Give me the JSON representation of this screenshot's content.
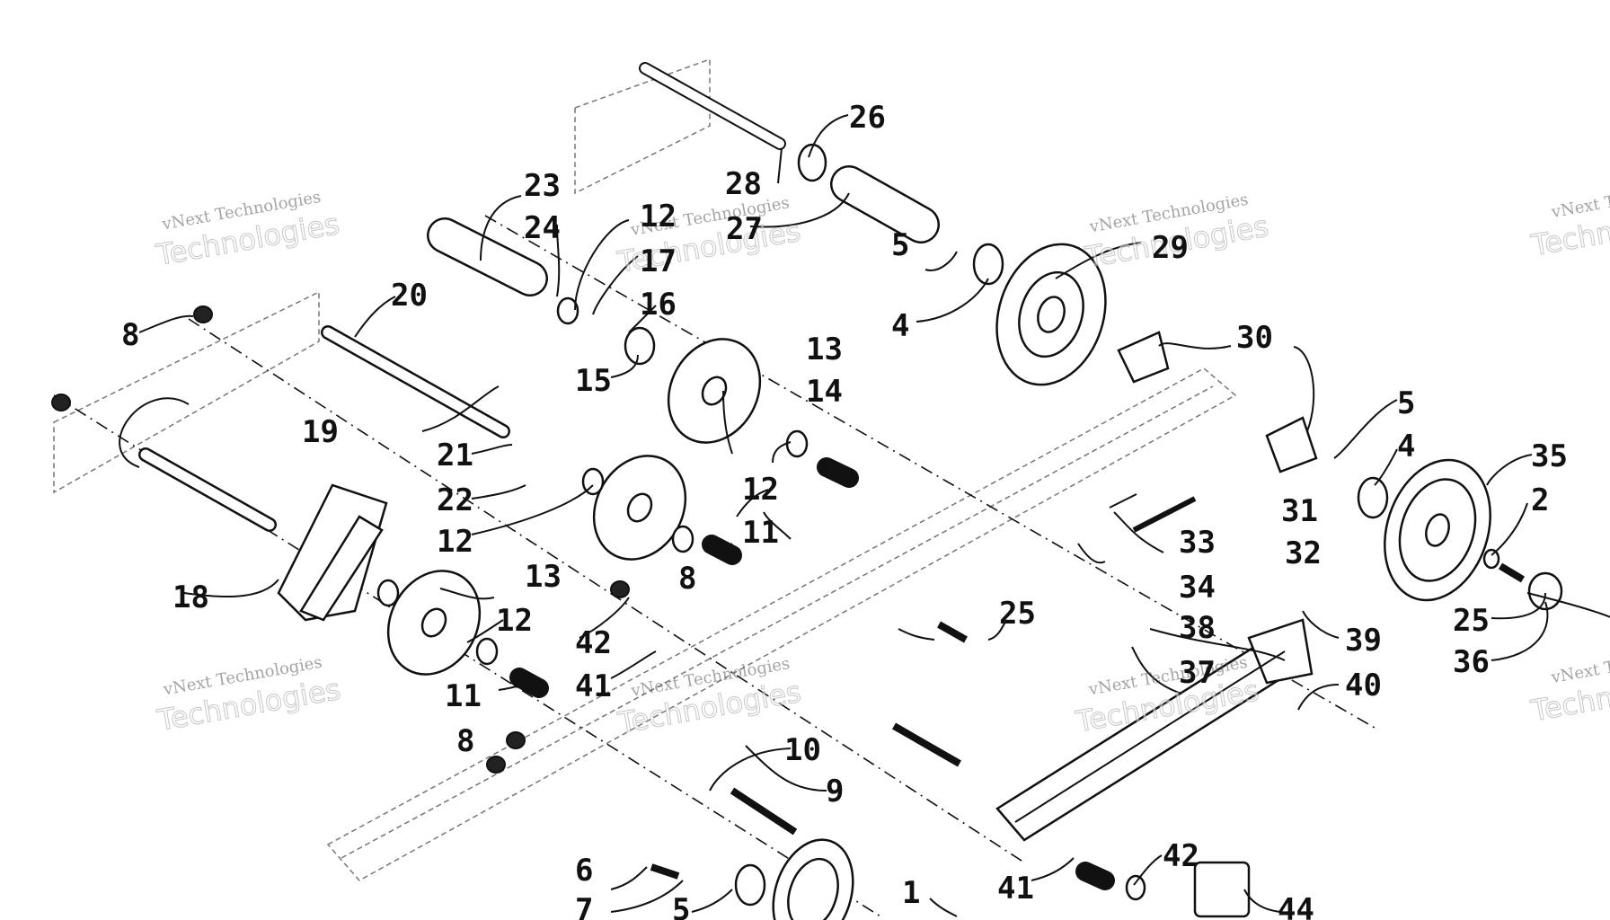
{
  "watermark": {
    "line1": "vNext Technologies",
    "line2": "Technologies"
  },
  "callouts": {
    "p1": "1",
    "p2": "2",
    "p4a": "4",
    "p4b": "4",
    "p5a": "5",
    "p5b": "5",
    "p5c": "5",
    "p6": "6",
    "p7": "7",
    "p8a": "8",
    "p8b": "8",
    "p8c": "8",
    "p9": "9",
    "p10": "10",
    "p11a": "11",
    "p11b": "11",
    "p12a": "12",
    "p12b": "12",
    "p12c": "12",
    "p12d": "12",
    "p13a": "13",
    "p13b": "13",
    "p14": "14",
    "p15": "15",
    "p16": "16",
    "p17": "17",
    "p18": "18",
    "p19": "19",
    "p20": "20",
    "p21": "21",
    "p22": "22",
    "p23": "23",
    "p24": "24",
    "p25a": "25",
    "p25b": "25",
    "p26": "26",
    "p27": "27",
    "p28": "28",
    "p29": "29",
    "p30": "30",
    "p31": "31",
    "p32": "32",
    "p33": "33",
    "p34": "34",
    "p35": "35",
    "p36": "36",
    "p37": "37",
    "p38": "38",
    "p39": "39",
    "p40": "40",
    "p41a": "41",
    "p41b": "41",
    "p42a": "42",
    "p42b": "42",
    "p44": "44"
  }
}
